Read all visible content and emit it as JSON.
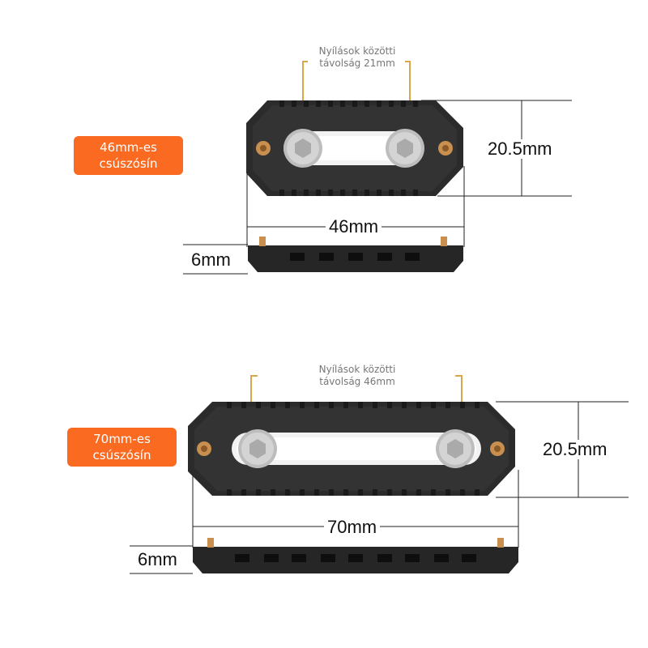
{
  "sliders": [
    {
      "name_label": [
        "46mm-es",
        "csúszósín"
      ],
      "hole_note": [
        "Nyílások közötti",
        "távolság 21mm"
      ],
      "length_label": "46mm",
      "height_label": "20.5mm",
      "thickness_label": "6mm"
    },
    {
      "name_label": [
        "70mm-es",
        "csúszósín"
      ],
      "hole_note": [
        "Nyílások közötti",
        "távolság 46mm"
      ],
      "length_label": "70mm",
      "height_label": "20.5mm",
      "thickness_label": "6mm"
    }
  ],
  "colors": {
    "accent": "#fa6a20",
    "note_line": "#d9a74a",
    "rail_body": "#2b2b2b",
    "knob": "#c9c9c9",
    "brass": "#c98f4e"
  }
}
